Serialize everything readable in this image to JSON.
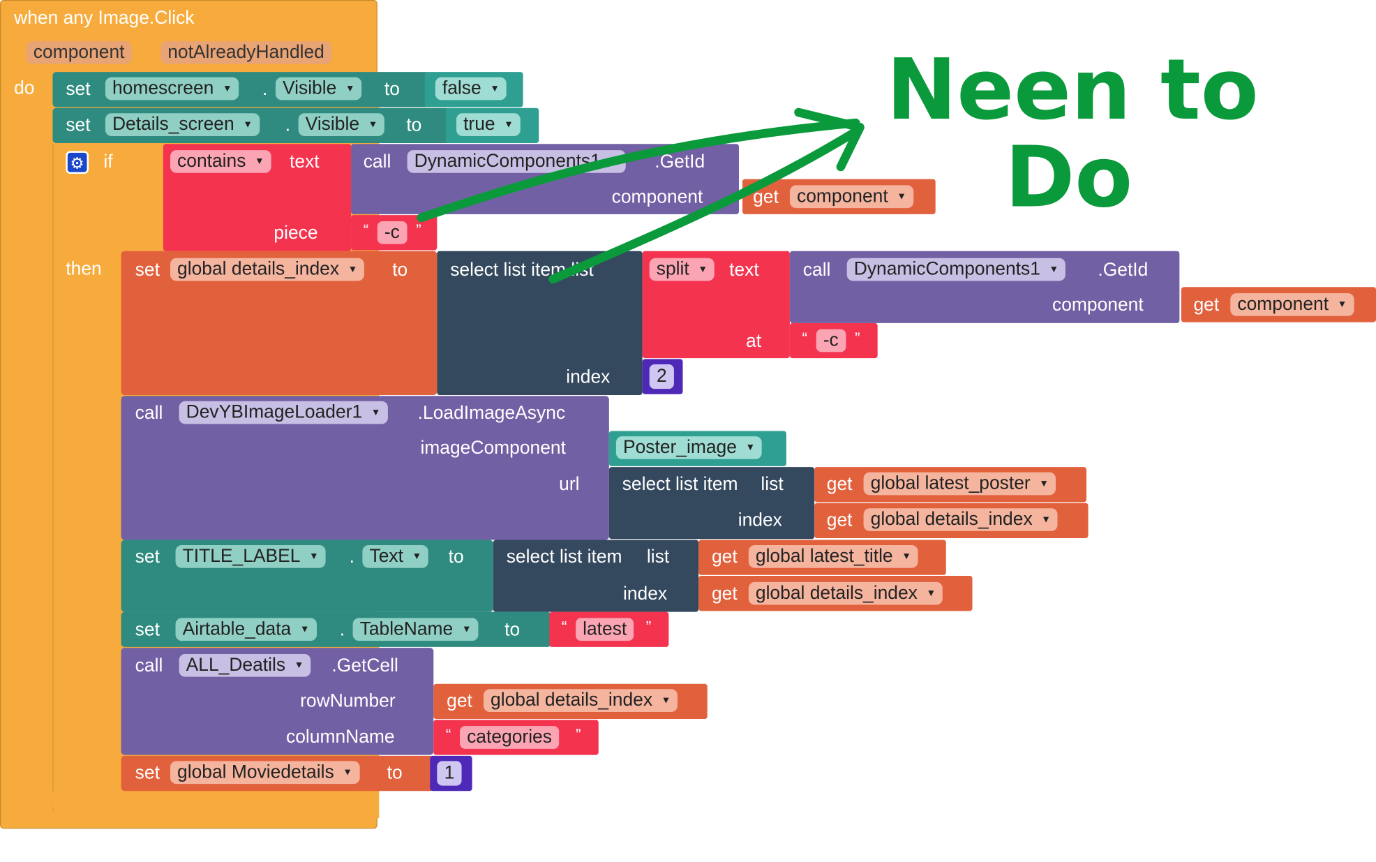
{
  "event": {
    "title": "when any Image.Click",
    "params": [
      "component",
      "notAlreadyHandled"
    ],
    "do_label": "do"
  },
  "colors": {
    "event": "#f7ab3c",
    "components": "#2f8b7f",
    "control": "#f7ab3c",
    "text": "#f4334f",
    "lists": "#34485e",
    "procedures_call": "#7260a4",
    "variables": "#e2613d",
    "math": "#4e29b8",
    "annotation": "#0a9a3c"
  },
  "blocks": {
    "set1": {
      "kw": "set",
      "comp": "homescreen",
      "dot": ".",
      "prop": "Visible",
      "to": "to",
      "val": "false"
    },
    "set2": {
      "kw": "set",
      "comp": "Details_screen",
      "dot": ".",
      "prop": "Visible",
      "to": "to",
      "val": "true"
    },
    "if": {
      "kw": "if",
      "then": "then",
      "contains": "contains",
      "text": "text",
      "piece": "piece",
      "piece_val": "-c",
      "call_kw": "call",
      "call_comp": "DynamicComponents1",
      "call_method": ".GetId",
      "arg_label": "component",
      "get_kw": "get",
      "get_var": "component"
    },
    "set_idx": {
      "kw": "set",
      "var": "global details_index",
      "to": "to",
      "select": "select list item list",
      "index_label": "index",
      "index_val": "2",
      "split": "split",
      "split_text": "text",
      "at": "at",
      "at_val": "-c",
      "call_kw": "call",
      "call_comp": "DynamicComponents1",
      "call_method": ".GetId",
      "arg_label": "component",
      "get_kw": "get",
      "get_var": "component"
    },
    "loader": {
      "kw": "call",
      "comp": "DevYBImageLoader1",
      "method": ".LoadImageAsync",
      "arg1": "imageComponent",
      "arg1_val": "Poster_image",
      "arg2": "url",
      "select": "select list item",
      "list": "list",
      "index": "index",
      "get_kw": "get",
      "get_list": "global latest_poster",
      "get_idx": "global details_index"
    },
    "set_title": {
      "kw": "set",
      "comp": "TITLE_LABEL",
      "dot": ".",
      "prop": "Text",
      "to": "to",
      "select": "select list item",
      "list": "list",
      "index": "index",
      "get_kw": "get",
      "get_list": "global latest_title",
      "get_idx": "global details_index"
    },
    "set_table": {
      "kw": "set",
      "comp": "Airtable_data",
      "dot": ".",
      "prop": "TableName",
      "to": "to",
      "val": "latest"
    },
    "getcell": {
      "kw": "call",
      "comp": "ALL_Deatils",
      "method": ".GetCell",
      "arg1": "rowNumber",
      "get_kw": "get",
      "arg1_val": "global details_index",
      "arg2": "columnName",
      "arg2_val": "categories"
    },
    "set_movie": {
      "kw": "set",
      "var": "global Moviedetails",
      "to": "to",
      "val": "1"
    }
  },
  "quote_open": "“",
  "quote_close": "”",
  "annotation": {
    "line1": "Neen to",
    "line2": "Do"
  }
}
